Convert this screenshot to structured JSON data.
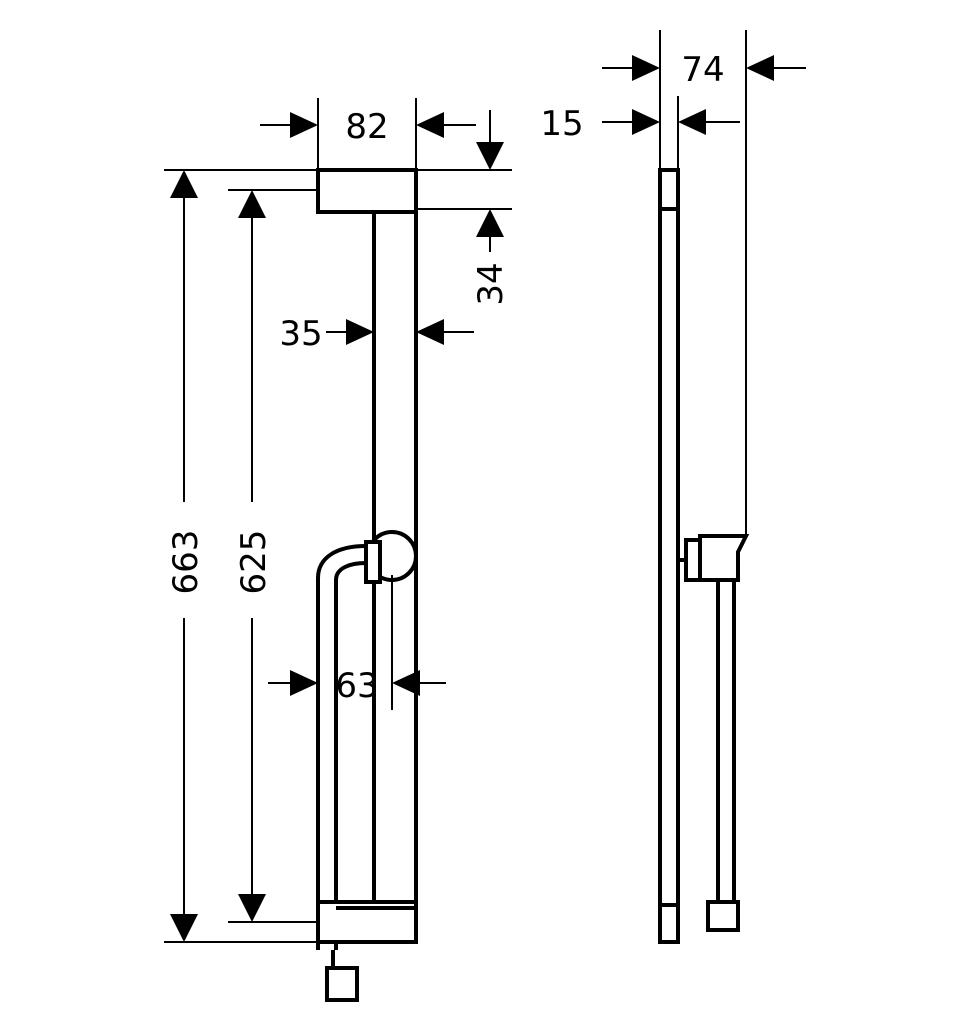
{
  "dimensions": {
    "top_width": "82",
    "bracket_height": "34",
    "rail_width": "35",
    "overall_height": "663",
    "rail_length": "625",
    "holder_offset": "63",
    "side_depth": "74",
    "side_thickness": "15"
  }
}
